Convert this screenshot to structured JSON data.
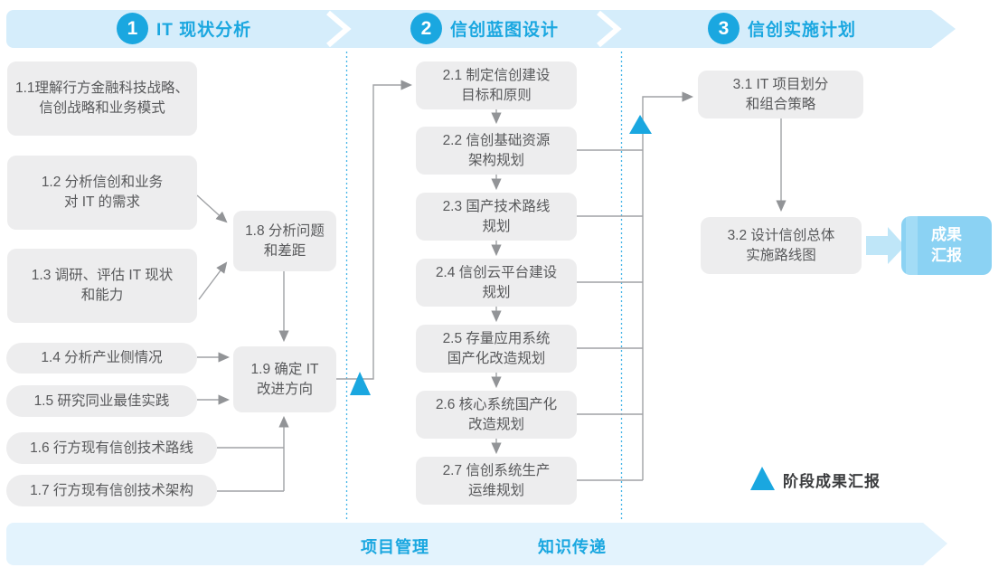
{
  "colors": {
    "accent_blue": "#1aa7e0",
    "band_blue": "#d5edfb",
    "band_blue_light": "#e3f3fd",
    "node_gray": "#ededee",
    "node_text": "#58595b",
    "connector_gray": "#9a9ca0",
    "result_box_blue": "#8bd2f3",
    "result_arrow_blue": "#bfe6f8"
  },
  "phases": [
    {
      "number": "1",
      "title": "IT 现状分析"
    },
    {
      "number": "2",
      "title": "信创蓝图设计"
    },
    {
      "number": "3",
      "title": "信创实施计划"
    }
  ],
  "nodes": {
    "b11": "1.1理解行方金融科技战略、\n信创战略和业务模式",
    "b12": "1.2 分析信创和业务\n对 IT 的需求",
    "b13": "1.3 调研、评估 IT 现状\n和能力",
    "b14": "1.4 分析产业侧情况",
    "b15": "1.5 研究同业最佳实践",
    "b16": "1.6 行方现有信创技术路线",
    "b17": "1.7 行方现有信创技术架构",
    "b18": "1.8 分析问题\n和差距",
    "b19": "1.9 确定 IT\n改进方向",
    "b21": "2.1 制定信创建设\n目标和原则",
    "b22": "2.2 信创基础资源\n架构规划",
    "b23": "2.3 国产技术路线\n规划",
    "b24": "2.4 信创云平台建设\n规划",
    "b25": "2.5 存量应用系统\n国产化改造规划",
    "b26": "2.6 核心系统国产化\n改造规划",
    "b31": "3.1 IT 项目划分\n和组合策略",
    "b32": "3.2 设计信创总体\n实施路线图",
    "b27": "2.7 信创系统生产\n运维规划",
    "result": "成果\n汇报"
  },
  "footer": {
    "items": [
      "项目管理",
      "知识传递"
    ]
  },
  "legend": {
    "label": "阶段成果汇报"
  }
}
